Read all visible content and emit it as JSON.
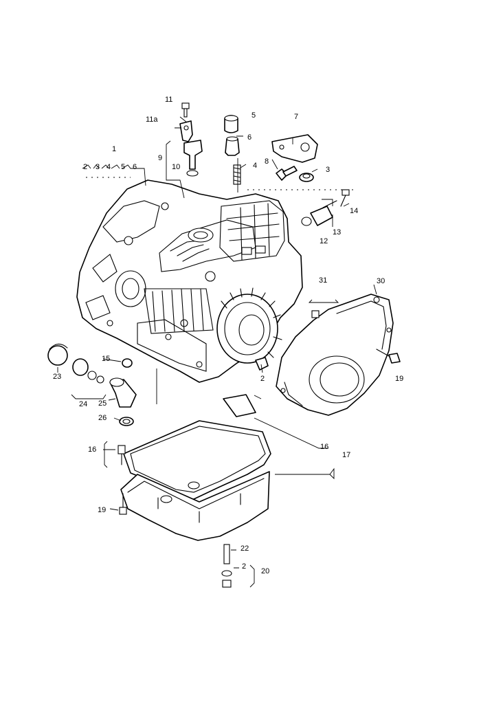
{
  "labels": {
    "l1": "1",
    "l2a": "2",
    "l2b": "2",
    "l2c": "2",
    "l3a": "3",
    "l3b": "3",
    "l4a": "4",
    "l4b": "4",
    "l5a": "5",
    "l5b": "5",
    "l6a": "6",
    "l6b": "6",
    "l7": "7",
    "l8": "8",
    "l9": "9",
    "l10": "10",
    "l11": "11",
    "l11a": "11a",
    "l12": "12",
    "l13": "13",
    "l14": "14",
    "l15": "15",
    "l16a": "16",
    "l16b": "16",
    "l17": "17",
    "l19a": "19",
    "l19b": "19",
    "l20": "20",
    "l22": "22",
    "l23": "23",
    "l24": "24",
    "l25": "25",
    "l26": "26",
    "l30": "30",
    "l31": "31"
  },
  "colors": {
    "line": "#000000",
    "background": "#ffffff"
  }
}
